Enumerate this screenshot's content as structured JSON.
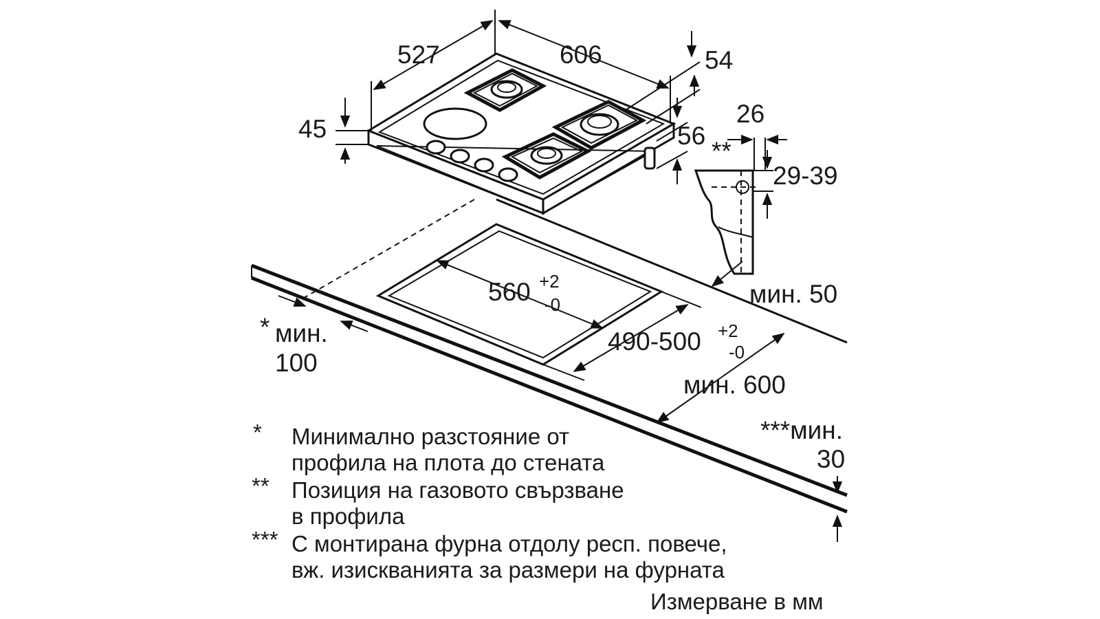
{
  "dimensions": {
    "depth": "527",
    "width": "606",
    "rear_height": "54",
    "thickness": "45",
    "front_height": "56",
    "profile_offset": "26",
    "profile_gas_height": "29-39",
    "profile_marker": "**",
    "cutout_width": "560",
    "cutout_width_tol_plus": "+2",
    "cutout_width_tol_minus": "-0",
    "cutout_depth": "490-500",
    "cutout_depth_tol_plus": "+2",
    "cutout_depth_tol_minus": "-0",
    "min_wall_rear": "мин. 50",
    "min_front_star": "*",
    "min_front_label": "мин.",
    "min_front_value": "100",
    "min_counter_depth": "мин. 600",
    "min_below_label": "***мин.",
    "min_below_value": "30"
  },
  "notes": [
    {
      "marker": "*",
      "lines": [
        "Минимално разстояние от",
        "профила на плота до стената"
      ]
    },
    {
      "marker": "**",
      "lines": [
        "Позиция на газовото свързване",
        "в профила"
      ]
    },
    {
      "marker": "***",
      "lines": [
        "С монтирана фурна отдолу респ. повече,",
        "вж. изискванията за размери на фурната"
      ]
    }
  ],
  "units_caption": "Измерване в мм"
}
